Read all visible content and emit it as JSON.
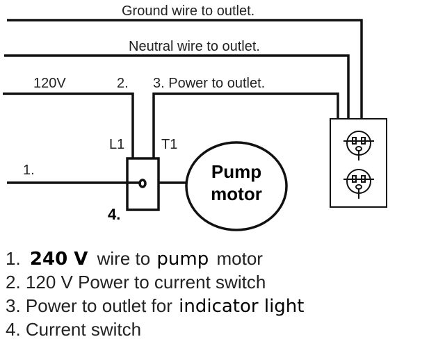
{
  "wires": {
    "ground": "Ground wire to outlet.",
    "neutral": "Neutral wire to outlet.",
    "v120": "120V",
    "n2": "2.",
    "power": "3. Power to outlet.",
    "l1": "L1",
    "t1": "T1",
    "n1": "1.",
    "n4": "4."
  },
  "motor": {
    "line1": "Pump",
    "line2": "motor"
  },
  "legend": {
    "item1": {
      "num": "1.",
      "volt": "240 V",
      "mid": "wire to",
      "pump": "pump",
      "end": "motor"
    },
    "item2": "2. 120 V Power to current switch",
    "item3": {
      "text": "3. Power to outlet for",
      "bold": "indicator light"
    },
    "item4": "4. Current switch"
  }
}
